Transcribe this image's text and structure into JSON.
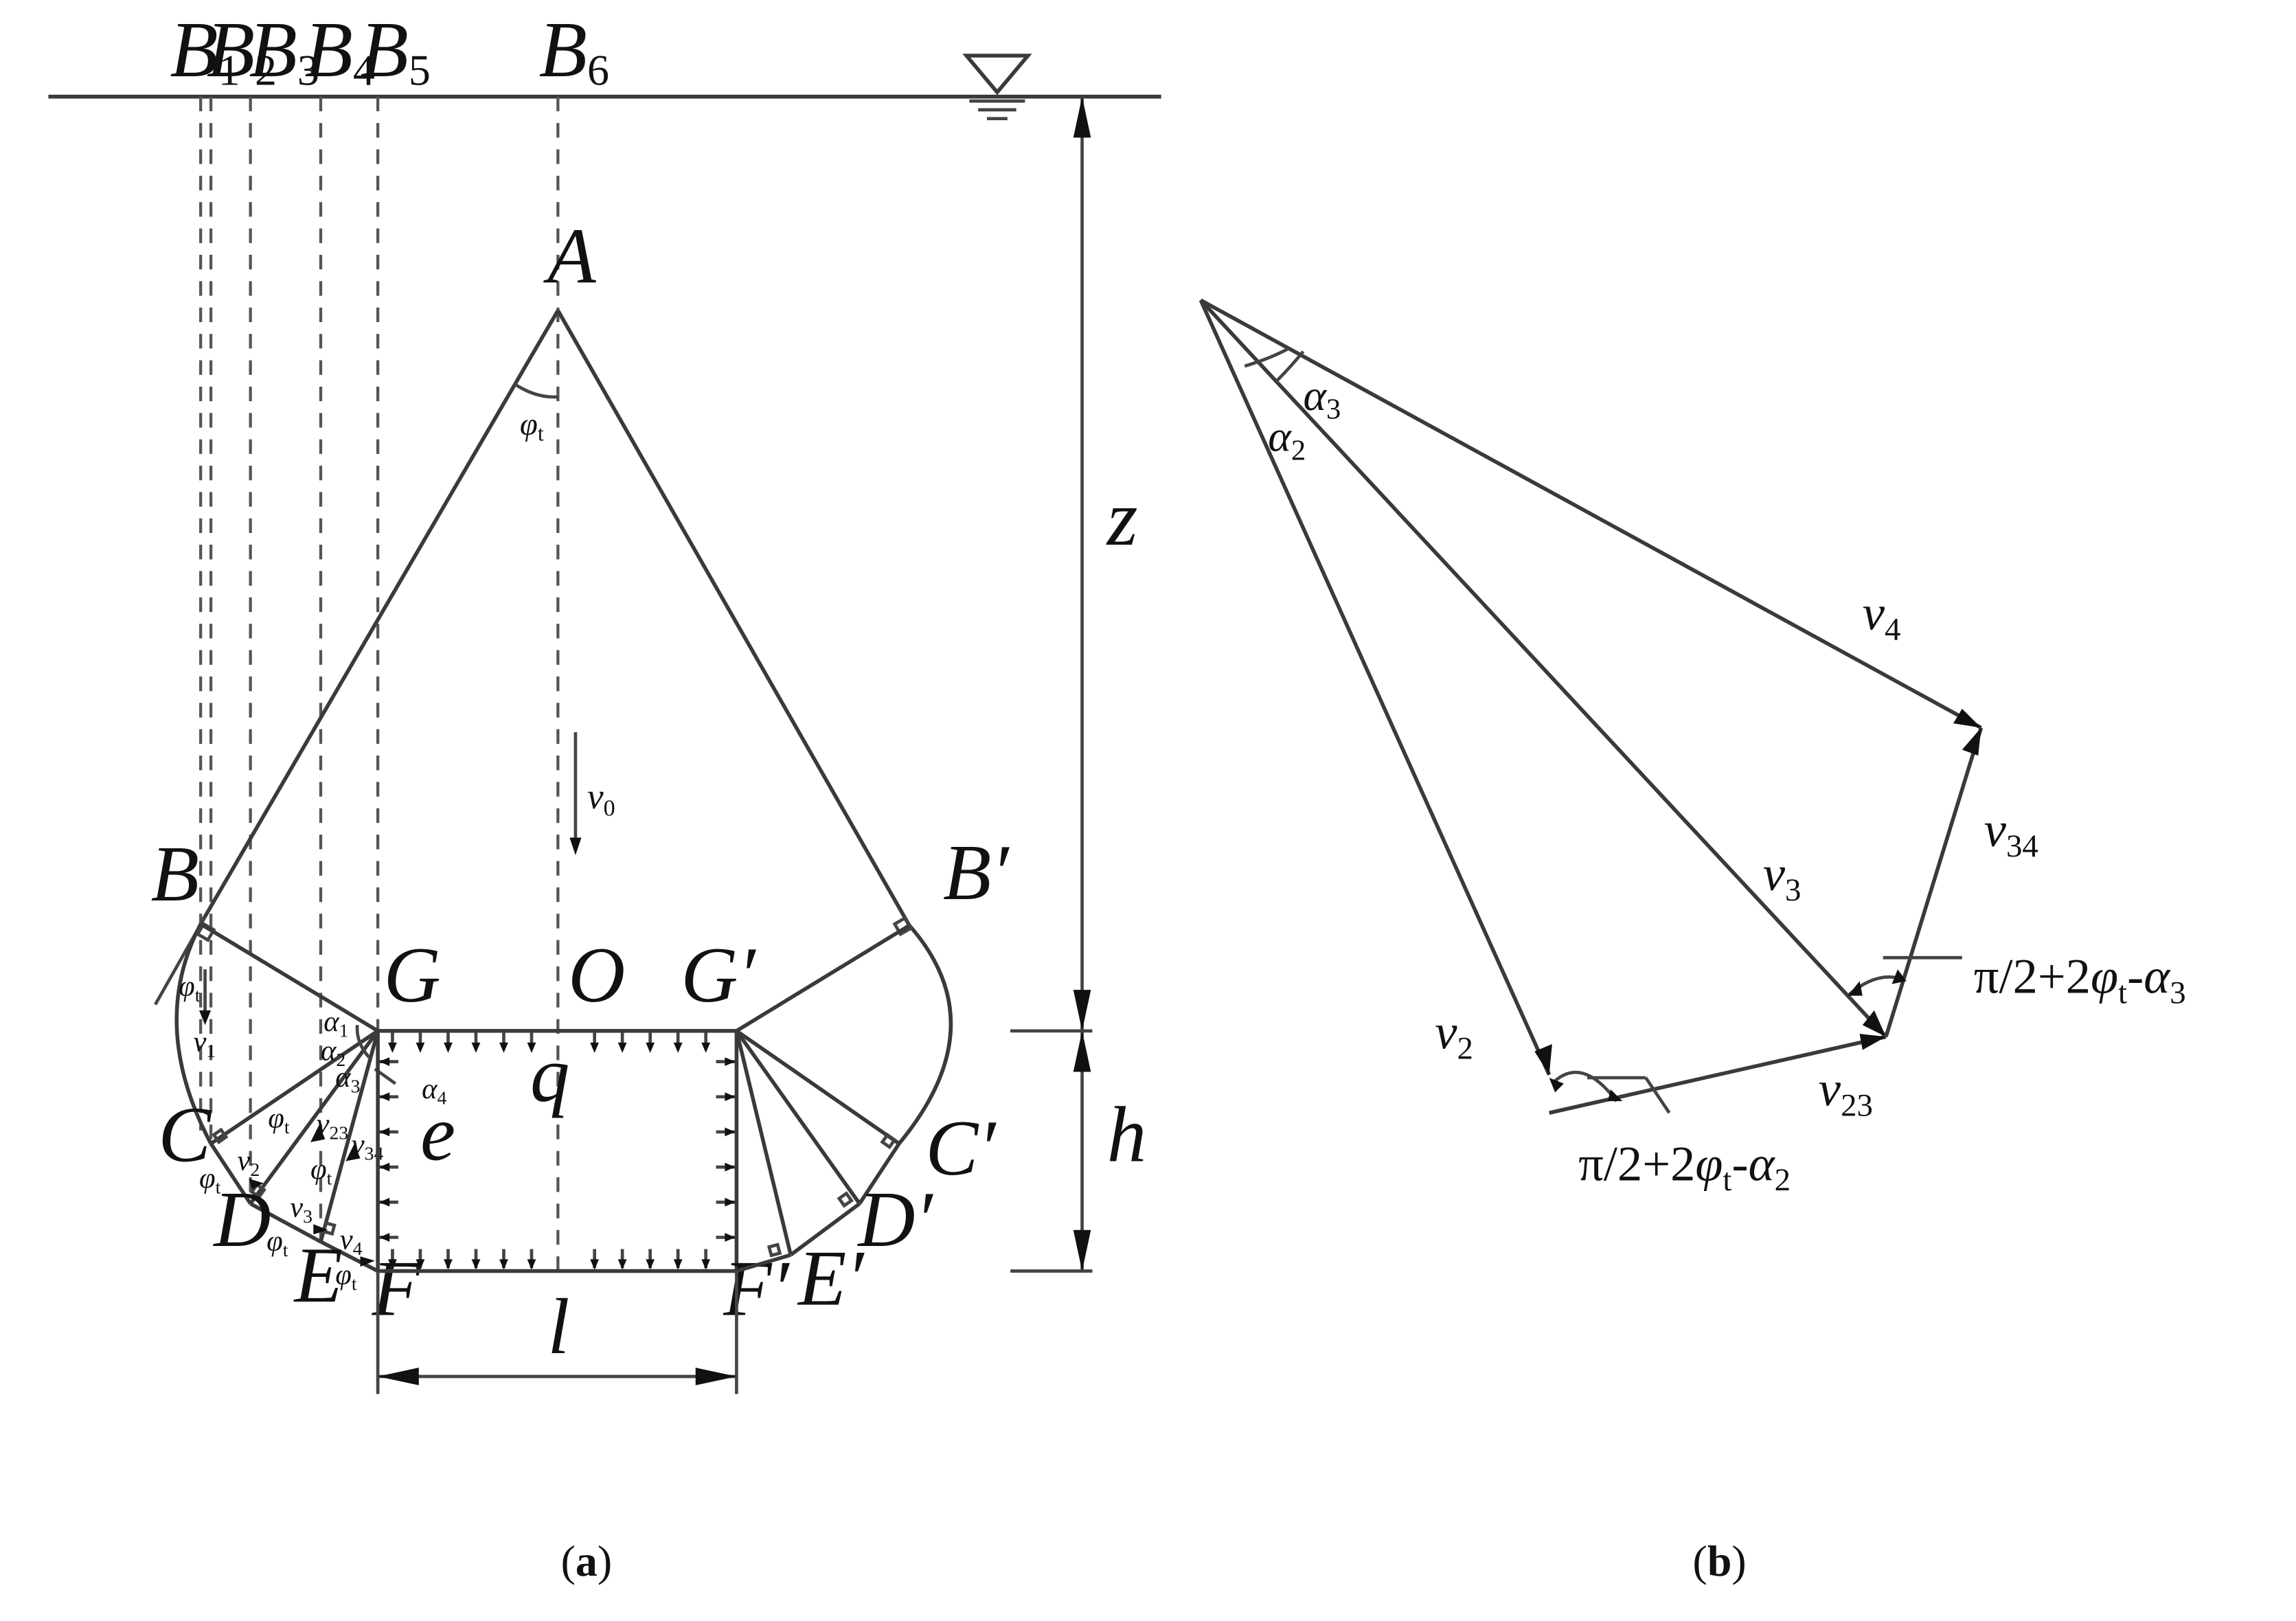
{
  "panel_a": {
    "caption_open": "(",
    "caption_letter": "a",
    "caption_close": ")",
    "points": {
      "B1": "B",
      "B1_sub": "1",
      "B2": "B",
      "B2_sub": "2",
      "B3": "B",
      "B3_sub": "3",
      "B4": "B",
      "B4_sub": "4",
      "B5": "B",
      "B5_sub": "5",
      "B6": "B",
      "B6_sub": "6",
      "A": "A",
      "B": "B",
      "B_prime": "B′",
      "C": "C",
      "C_prime": "C′",
      "D": "D",
      "D_prime": "D′",
      "E": "E",
      "E_prime": "E′",
      "F": "F",
      "F_prime": "F′",
      "G": "G",
      "G_prime": "G′",
      "O": "O"
    },
    "labels": {
      "phi": "φ",
      "phi_sub": "t",
      "v": "v",
      "v0_sub": "0",
      "v1_sub": "1",
      "v2_sub": "2",
      "v3_sub": "3",
      "v4_sub": "4",
      "v23_sub": "23",
      "v34_sub": "34",
      "alpha": "α",
      "a1_sub": "1",
      "a2_sub": "2",
      "a3_sub": "3",
      "a4_sub": "4",
      "q": "q",
      "e": "e",
      "l": "l"
    },
    "dimensions": {
      "z": "z",
      "h": "h"
    }
  },
  "panel_b": {
    "caption_open": "(",
    "caption_letter": "b",
    "caption_close": ")",
    "v": "v",
    "v2_sub": "2",
    "v3_sub": "3",
    "v4_sub": "4",
    "v23_sub": "23",
    "v34_sub": "34",
    "alpha": "α",
    "a2_sub": "2",
    "a3_sub": "3",
    "angle_pre": "π/2+2",
    "phi": "φ",
    "phi_sub": "t",
    "angle_mid": "-",
    "angle_alpha": "α"
  }
}
